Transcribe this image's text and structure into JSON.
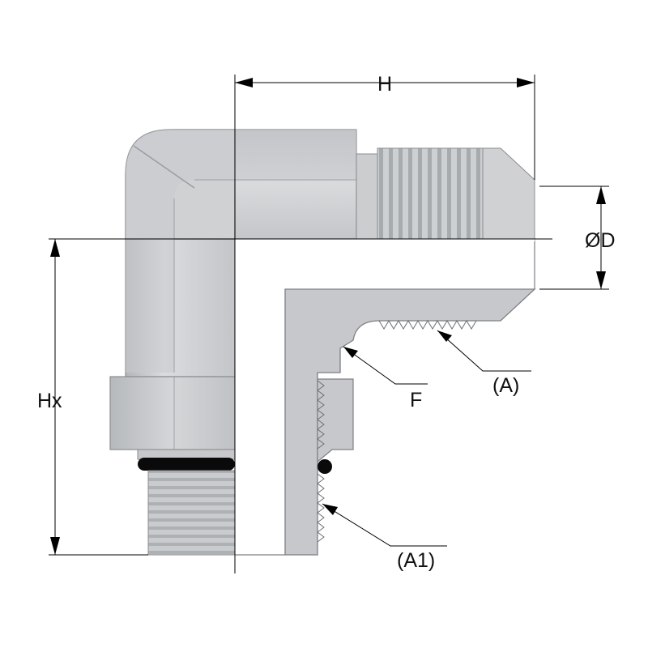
{
  "dimensions": {
    "height": "H",
    "diameter": "ØD",
    "height_x": "Hx"
  },
  "callouts": {
    "flare_thread": "(A)",
    "face": "F",
    "port_thread": "(A1)"
  },
  "colors": {
    "metal_light": "#d6d8da",
    "metal_mid": "#c2c4c6",
    "metal_dark": "#a9acaf",
    "section_fill": "#c8cacc",
    "outline": "#7d8084",
    "oring": "#0a0a0a",
    "dimension_line": "#000000"
  }
}
